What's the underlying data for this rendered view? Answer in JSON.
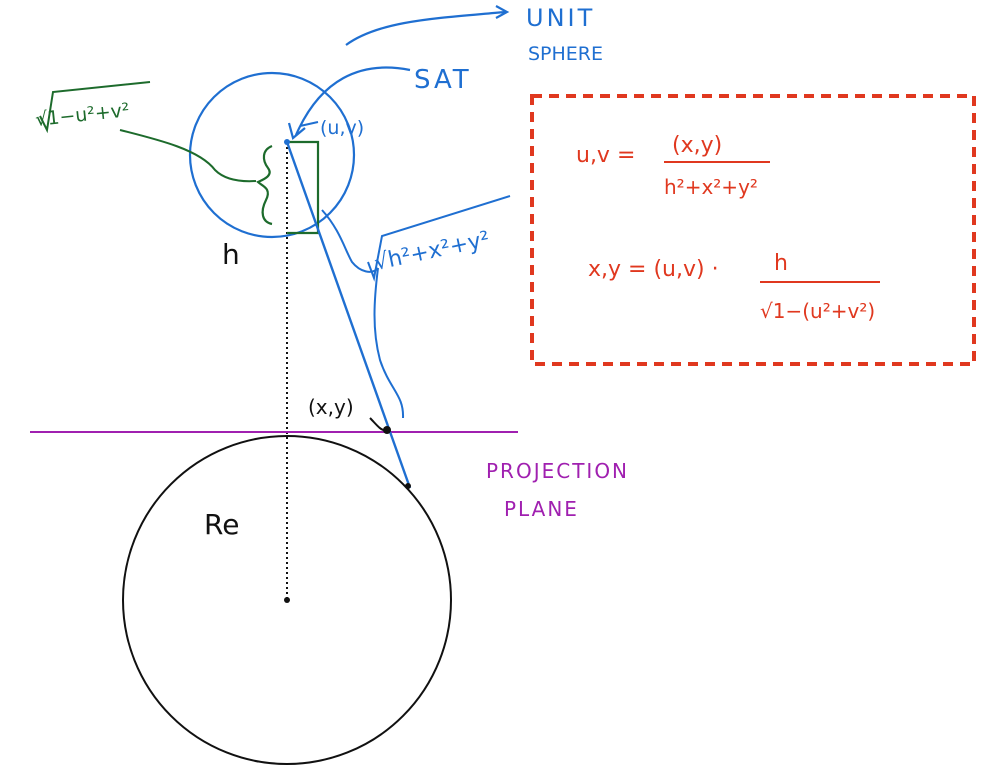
{
  "colors": {
    "blue": "#1f6fd1",
    "green": "#1d6b2c",
    "red": "#e0381f",
    "purple": "#a020b0",
    "black": "#111111",
    "box": "#e0381f"
  },
  "labels": {
    "unit_sphere_line1": "UNIT",
    "unit_sphere_line2": "SPHERE",
    "sat": "SAT",
    "uv_point": "(u,v)",
    "h": "h",
    "slant": "√h²+x²+y²",
    "sqrt_term": "√1−u²+v²",
    "xy_point": "(x,y)",
    "re": "Re",
    "projection_line1": "PROJECTION",
    "projection_line2": "PLANE"
  },
  "formulas": {
    "f1_lhs": "u,v =",
    "f1_num": "(x,y)",
    "f1_den": "h²+x²+y²",
    "f2_lhs": "x,y = (u,v) ·",
    "f2_num": "h",
    "f2_den": "√1−(u²+v²)"
  }
}
